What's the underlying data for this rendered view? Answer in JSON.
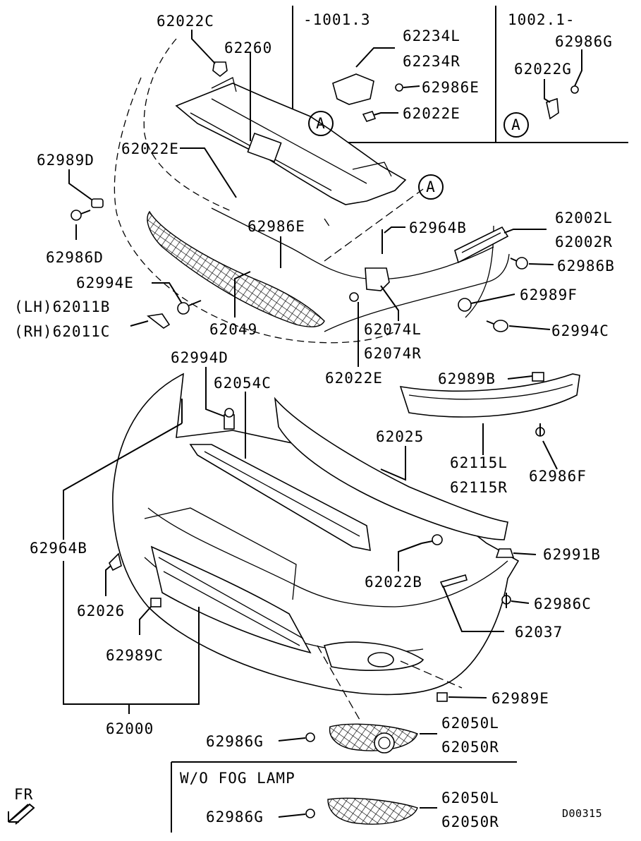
{
  "diagram": {
    "drawing_code": "D00315",
    "inset_ranges": [
      "-1001.3",
      "1002.1-"
    ],
    "section_label": "W/O FOG LAMP",
    "direction_label": "FR",
    "ref_marker": "A",
    "labels": {
      "p62022C": "62022C",
      "p62260": "62260",
      "p62234L": "62234L",
      "p62234R": "62234R",
      "p62986E_inset": "62986E",
      "p62022E_inset": "62022E",
      "p62986G_inset": "62986G",
      "p62022G": "62022G",
      "p62989D": "62989D",
      "p62022E_a": "62022E",
      "p62986E": "62986E",
      "p62986D": "62986D",
      "p62964B_top": "62964B",
      "p62002L": "62002L",
      "p62002R": "62002R",
      "p62986B": "62986B",
      "p62994E": "62994E",
      "p62011B": "(LH)62011B",
      "p62011C": "(RH)62011C",
      "p62049": "62049",
      "p62074L": "62074L",
      "p62074R": "62074R",
      "p62989F": "62989F",
      "p62994C": "62994C",
      "p62022E_b": "62022E",
      "p62994D": "62994D",
      "p62054C": "62054C",
      "p62989B": "62989B",
      "p62025": "62025",
      "p62115L": "62115L",
      "p62115R": "62115R",
      "p62986F": "62986F",
      "p62964B": "62964B",
      "p62991B": "62991B",
      "p62022B": "62022B",
      "p62026": "62026",
      "p62986C": "62986C",
      "p62037": "62037",
      "p62989C": "62989C",
      "p62989E": "62989E",
      "p62000": "62000",
      "p62050L": "62050L",
      "p62050R": "62050R",
      "p62986G": "62986G",
      "p62050L_b": "62050L",
      "p62050R_b": "62050R",
      "p62986G_b": "62986G"
    }
  }
}
